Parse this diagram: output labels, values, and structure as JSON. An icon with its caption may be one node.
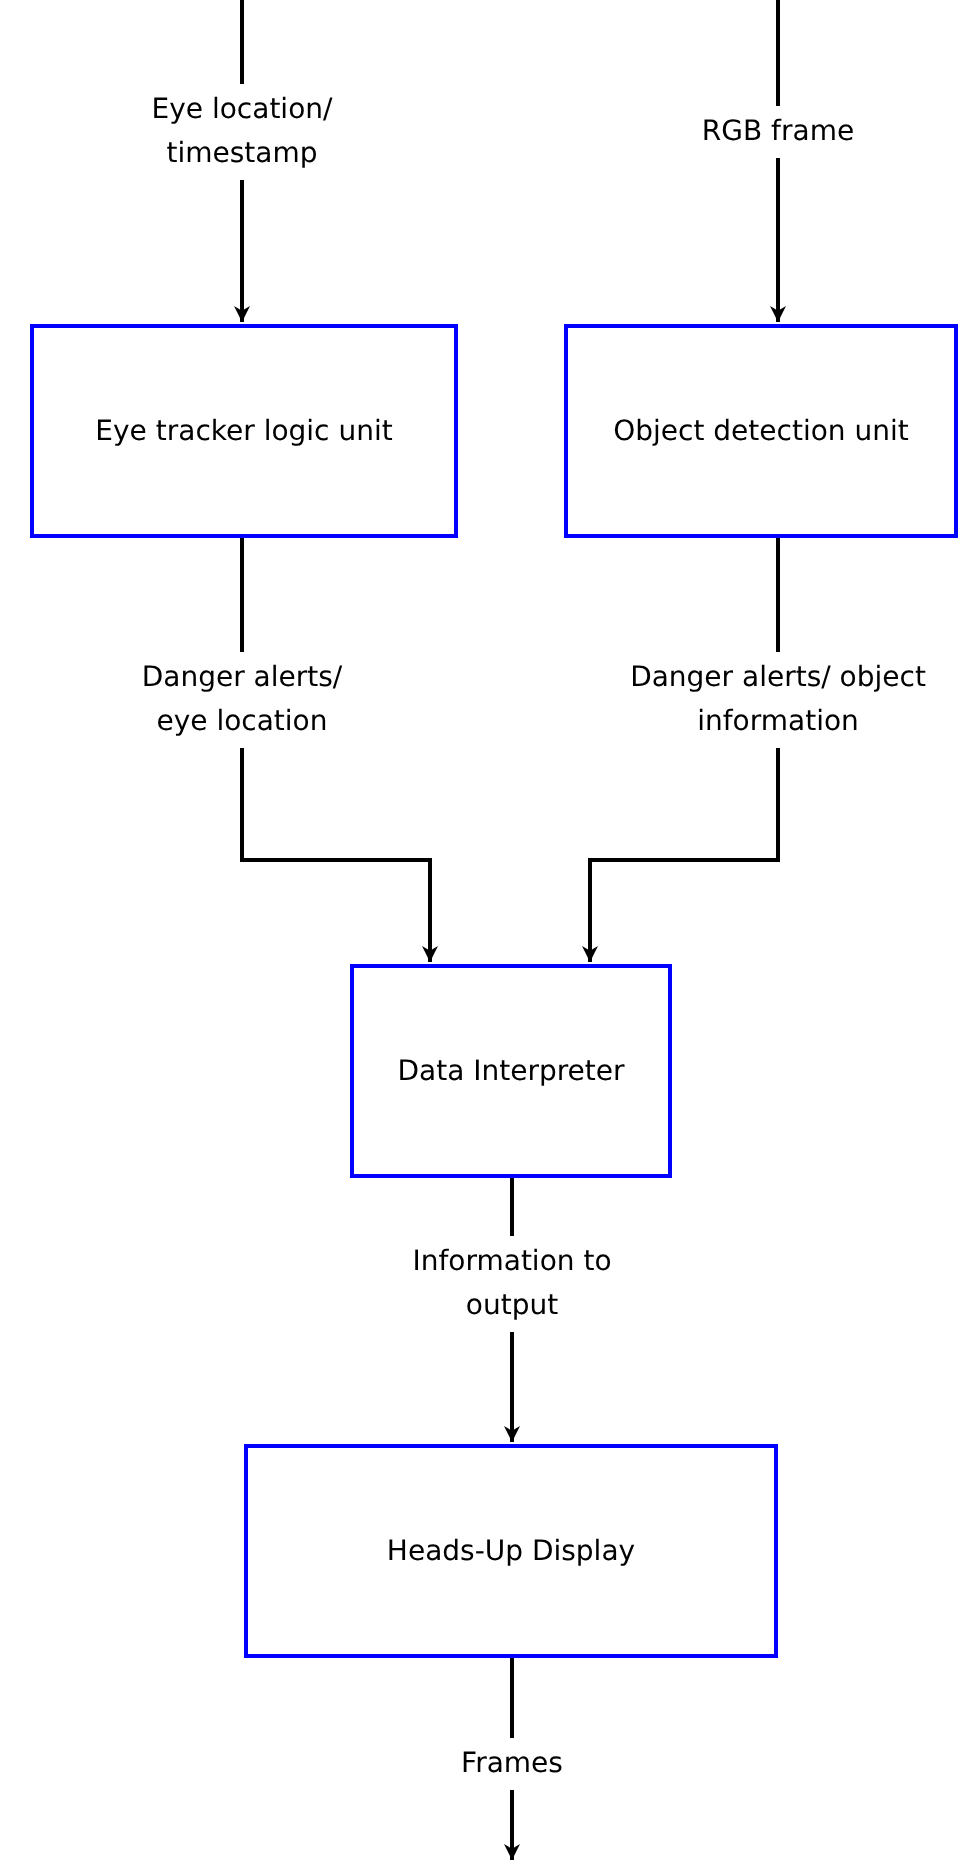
{
  "diagram": {
    "nodes": [
      {
        "text": [
          "Eye tracker logic unit"
        ]
      },
      {
        "text": [
          "Object detection unit"
        ]
      },
      {
        "text": [
          "Data Interpreter"
        ]
      },
      {
        "text": [
          "Heads-Up Display"
        ]
      }
    ],
    "edges": [
      {
        "from": null,
        "to": 0,
        "arrow": "to",
        "label": "Eye location/ timestamp"
      },
      {
        "from": null,
        "to": 1,
        "arrow": "to",
        "label": "RGB frame"
      },
      {
        "from": 0,
        "to": 2,
        "arrow": "to",
        "label": "Danger alerts/ eye location"
      },
      {
        "from": 1,
        "to": 2,
        "arrow": "to",
        "label": "Danger alerts/ object information"
      },
      {
        "from": 2,
        "to": 3,
        "arrow": "to",
        "label": "Information to output"
      },
      {
        "from": 3,
        "to": null,
        "arrow": "to",
        "label": "Frames"
      }
    ]
  }
}
